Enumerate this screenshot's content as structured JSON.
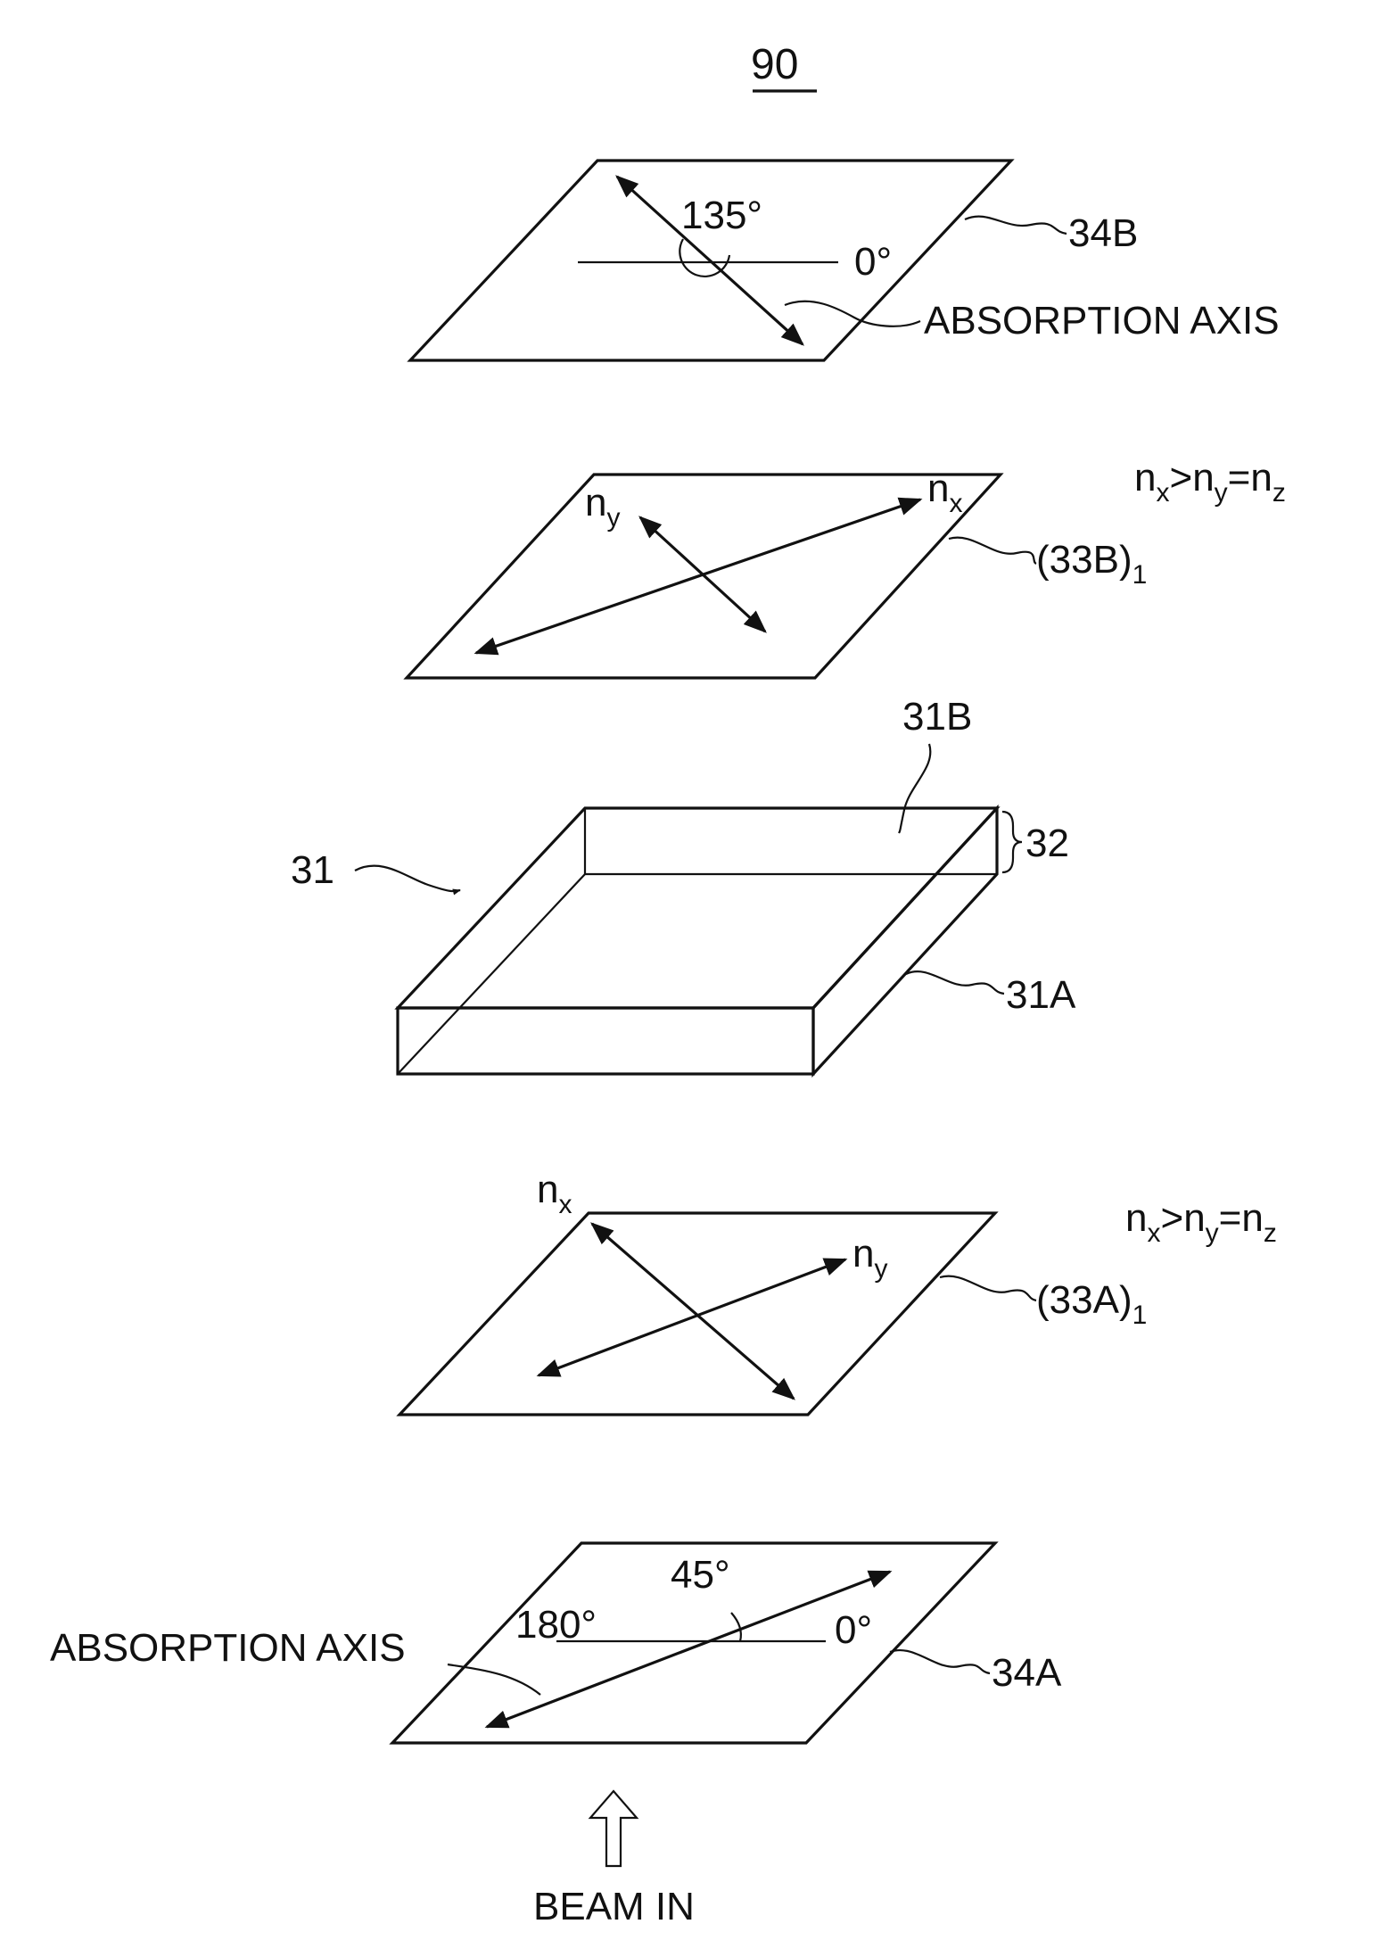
{
  "figure_number": "90",
  "labels": {
    "analyzer": "34B",
    "analyzer_abs_axis": "ABSORPTION AXIS",
    "analyzer_angle_135": "135°",
    "analyzer_angle_0": "0°",
    "film_top": "(33B)",
    "film_top_sub": "1",
    "film_top_condition": "nx>ny=nz",
    "film_top_nx": "n",
    "film_top_nx_sub": "x",
    "film_top_ny": "n",
    "film_top_ny_sub": "y",
    "cell": "31",
    "cell_top_substrate": "31B",
    "cell_lc_layer": "32",
    "cell_bottom_substrate": "31A",
    "film_bottom": "(33A)",
    "film_bottom_sub": "1",
    "film_bottom_condition": "nx>ny=nz",
    "film_bottom_nx": "n",
    "film_bottom_nx_sub": "x",
    "film_bottom_ny": "n",
    "film_bottom_ny_sub": "y",
    "polarizer": "34A",
    "polarizer_abs_axis": "ABSORPTION AXIS",
    "polarizer_angle_180": "180°",
    "polarizer_angle_45": "45°",
    "polarizer_angle_0": "0°",
    "beam_in": "BEAM IN"
  },
  "condition_parts": {
    "n": "n",
    "x": "x",
    "y": "y",
    "z": "z",
    "gt": ">",
    "eq": "="
  }
}
